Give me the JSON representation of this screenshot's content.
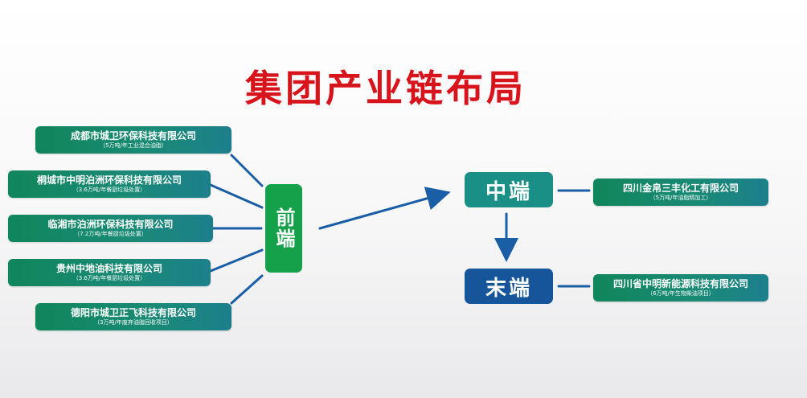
{
  "title": "集团产业链布局",
  "front_companies": [
    {
      "name": "成都市城卫环保科技有限公司",
      "capacity": "（5万吨/年工业混合油脂）"
    },
    {
      "name": "桐城市中明泊洲环保科技有限公司",
      "capacity": "（3.6万吨/年餐厨垃圾处置）"
    },
    {
      "name": "临湘市泊洲环保科技有限公司",
      "capacity": "（7.2万吨/年餐厨垃圾处置）"
    },
    {
      "name": "贵州中地油科技有限公司",
      "capacity": "（3.6万吨/年餐厨垃圾处置）"
    },
    {
      "name": "德阳市城卫正飞科技有限公司",
      "capacity": "（3万吨/年废弃油脂回收项目）"
    }
  ],
  "stages": {
    "front": "前端",
    "middle": "中端",
    "end": "末端"
  },
  "middle_company": {
    "name": "四川金帛三丰化工有限公司",
    "capacity": "（5万吨/年油脂精加工）"
  },
  "end_company": {
    "name": "四川省中明新能源科技有限公司",
    "capacity": "（6万吨/年生物柴油项目）"
  },
  "colors": {
    "title": "#d7141c",
    "company_box": "#10865b",
    "front_box": "#15a14a",
    "middle_box": "#198f86",
    "end_box": "#17559a",
    "connector": "#1a5fa6"
  }
}
